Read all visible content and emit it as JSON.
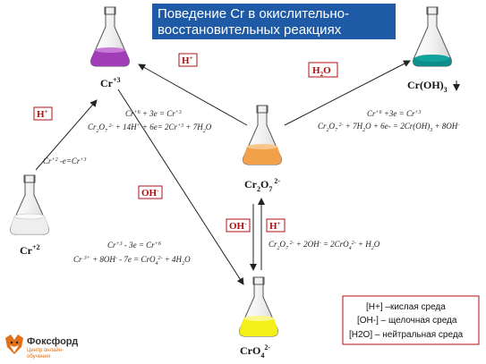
{
  "title": {
    "line1": "Поведение Cr в окислительно-",
    "line2": "восстановительных реакциях"
  },
  "flasks": {
    "cr3": {
      "label": "Cr+3",
      "color": "#a23db8"
    },
    "croh3": {
      "label": "Cr(OH)3",
      "color": "#0e8e8a"
    },
    "cr2o7": {
      "label": "Cr2O7 2-",
      "color": "#f2a04a"
    },
    "cr2": {
      "label": "Cr+2",
      "color": "#eeeeee"
    },
    "cro4": {
      "label": "CrO42-",
      "color": "#f5ef1a"
    }
  },
  "conditions": {
    "h_top": "H+",
    "h2o": "H2O",
    "h_left": "H+",
    "oh_mid": "OH-",
    "oh_down": "OH-",
    "h_up": "H+"
  },
  "equations": {
    "cr2o7_to_cr3_a": "Cr+6 + 3e = Cr+3",
    "cr2o7_to_cr3_b": "Cr2O7 2- + 14H+ + 6e= 2Cr+3 + 7H2O",
    "cr2o7_to_croh3_a": "Cr+6 +3e = Cr+3",
    "cr2o7_to_croh3_b": "Cr2O7 2- + 7H2O + 6e- = 2Cr(OH)3 + 8OH-",
    "cr2_to_cr3": "Cr+2 -e=Cr+3",
    "cr3_to_cro4_a": "Cr+3 - 3e = Cr+6",
    "cr3_to_cro4_b": "Cr 3+ + 8OH- - 7e = CrO42- + 4H2O",
    "equilibrium": "Cr2O7 2- + 2OH- = 2CrO42- + H2O"
  },
  "legend": {
    "line1": "[H+] –кислая среда",
    "line2": "[OH-] – щелочная среда",
    "line3": "[H2O] – нейтральная среда"
  },
  "logo": {
    "name": "Фоксфорд",
    "sub1": "Центр онлайн-",
    "sub2": "обучения"
  }
}
